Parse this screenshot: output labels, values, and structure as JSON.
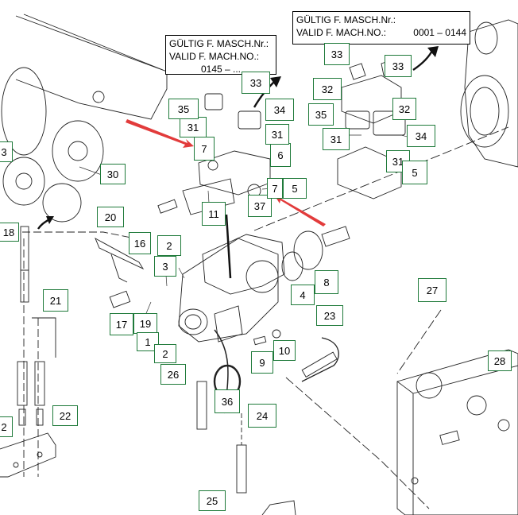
{
  "validity_notes": [
    {
      "line1": "GÜLTIG F. MASCH.Nr.:",
      "line2": "VALID F. MACH.NO.:",
      "line3": "0145 – ..."
    },
    {
      "line1": "GÜLTIG F. MASCH.Nr.:",
      "line2": "VALID F. MACH.NO.:",
      "line3": "0001 – 0144"
    }
  ],
  "callouts": [
    "3",
    "30",
    "18",
    "20",
    "16",
    "2",
    "3",
    "17",
    "19",
    "1",
    "2",
    "26",
    "21",
    "22",
    "2",
    "25",
    "36",
    "24",
    "9",
    "10",
    "23",
    "4",
    "8",
    "11",
    "37",
    "7",
    "5",
    "6",
    "31",
    "7",
    "31",
    "35",
    "34",
    "33",
    "33",
    "33",
    "32",
    "32",
    "35",
    "31",
    "34",
    "31",
    "5",
    "27",
    "28"
  ],
  "colors": {
    "callout_border": "#1f7a3a",
    "arrow": "#e23b3b",
    "line_art": "#222222"
  }
}
